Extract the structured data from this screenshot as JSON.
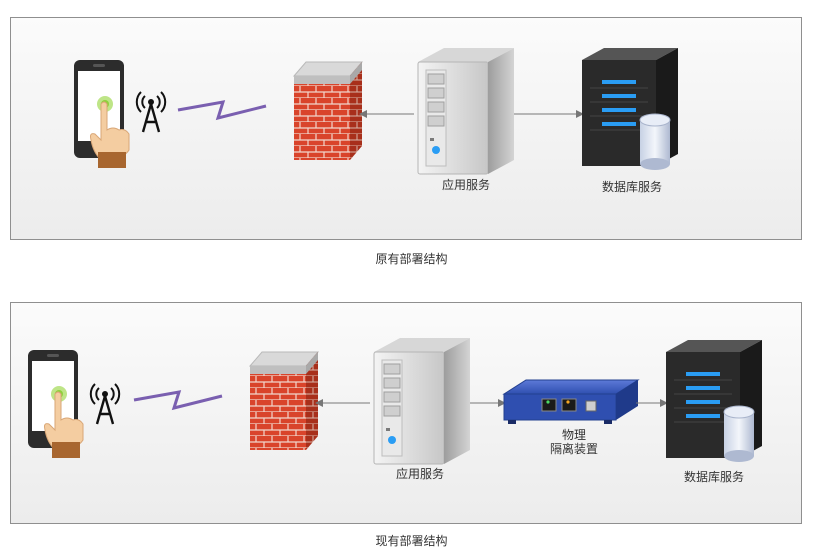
{
  "top_diagram": {
    "caption": "原有部署结构",
    "app_server_label": "应用服务",
    "db_server_label": "数据库服务"
  },
  "bottom_diagram": {
    "caption": "现有部署结构",
    "app_server_label": "应用服务",
    "isolation_device_label_line1": "物理",
    "isolation_device_label_line2": "隔离装置",
    "db_server_label": "数据库服务"
  },
  "colors": {
    "panel_border": "#8f8f8f",
    "connector": "#777777",
    "wireless_bolt": "#7a5fb0",
    "firewall_brick": "#d9442b",
    "isolation_device": "#2f4fb0",
    "db_server_body": "#2a2a2a",
    "db_server_light": "#2a9df4"
  }
}
